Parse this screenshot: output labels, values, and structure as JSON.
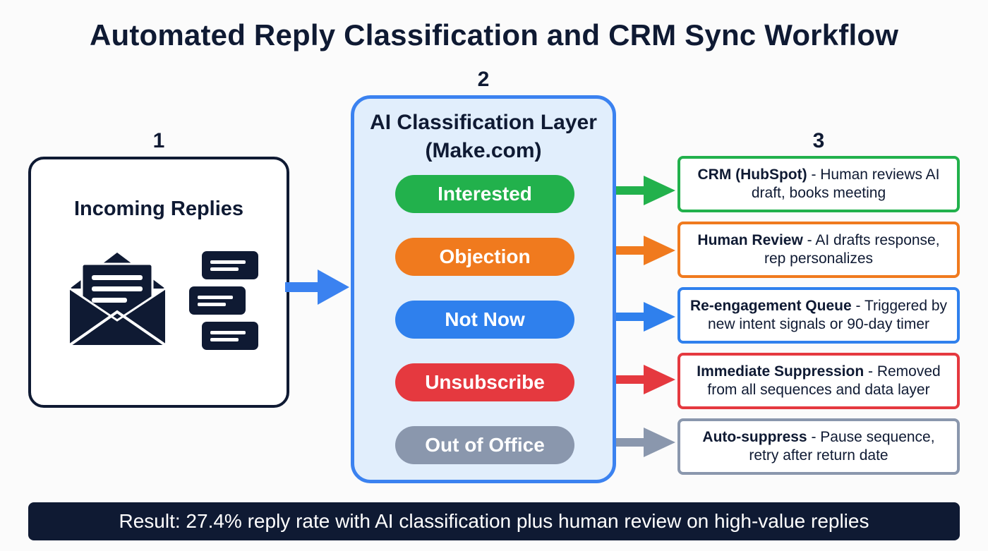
{
  "title": "Automated Reply Classification and CRM Sync Workflow",
  "steps": {
    "one": "1",
    "two": "2",
    "three": "3"
  },
  "incoming": {
    "title": "Incoming Replies"
  },
  "layer": {
    "title_line1": "AI Classification Layer",
    "title_line2": "(Make.com)"
  },
  "categories": [
    {
      "label": "Interested",
      "color": "#22b14c"
    },
    {
      "label": "Objection",
      "color": "#f07a1e"
    },
    {
      "label": "Not Now",
      "color": "#2f80ed"
    },
    {
      "label": "Unsubscribe",
      "color": "#e5393f"
    },
    {
      "label": "Out of Office",
      "color": "#8a97ad"
    }
  ],
  "destinations": [
    {
      "bold": "CRM (HubSpot)",
      "rest": " - Human reviews AI draft, books meeting"
    },
    {
      "bold": "Human Review",
      "rest": " - AI drafts response, rep personalizes"
    },
    {
      "bold": "Re-engagement Queue",
      "rest": " - Triggered by new intent signals or 90-day timer"
    },
    {
      "bold": "Immediate Suppression",
      "rest": " - Removed from all sequences and data layer"
    },
    {
      "bold": "Auto-suppress",
      "rest": " - Pause sequence, retry after return date"
    }
  ],
  "result": "Result: 27.4% reply rate with AI classification plus human review on high-value replies",
  "icons": {
    "mail": "envelope-icon",
    "chat": "chat-bubbles-icon"
  }
}
